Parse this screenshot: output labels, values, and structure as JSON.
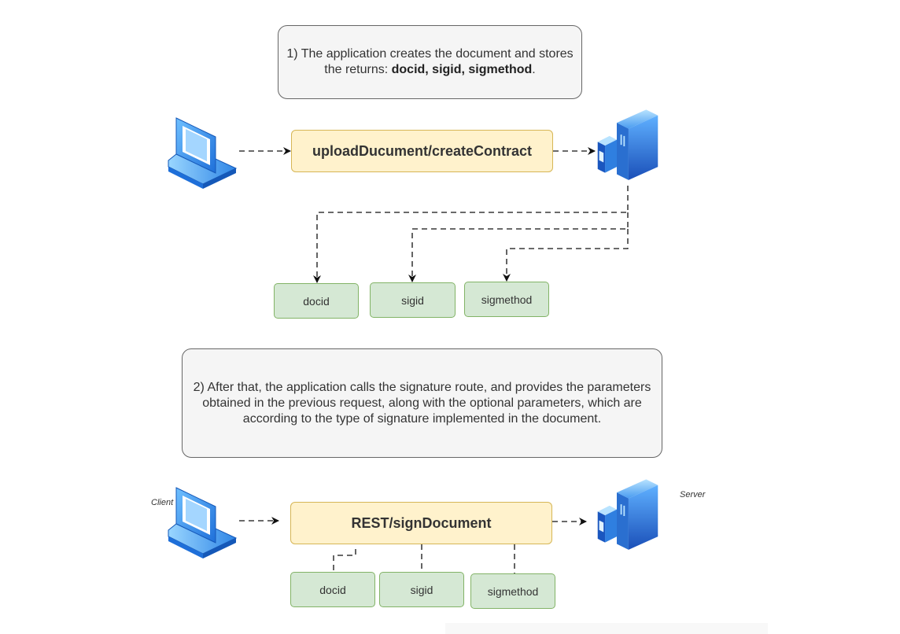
{
  "section1": {
    "note_text": "1) The application creates the document and stores the returns: ",
    "note_bold": "docid, sigid, sigmethod",
    "note_end": ".",
    "route_label": "uploadDucument/createContract",
    "params": [
      "docid",
      "sigid",
      "sigmethod"
    ]
  },
  "section2": {
    "note_text": "2) After that, the application calls the signature route, and provides the parameters obtained in the previous request, along with the optional parameters, which are according to the type of signature implemented in the document.",
    "route_label": "REST/signDocument",
    "client_label": "Client",
    "server_label": "Server",
    "params": [
      "docid",
      "sigid",
      "sigmethod"
    ]
  },
  "icons": {
    "client": "laptop-icon",
    "server": "server-icon"
  },
  "colors": {
    "note_fill": "#f5f5f5",
    "route_fill": "#fff2cc",
    "route_border": "#d6b656",
    "param_fill": "#d5e8d4",
    "param_border": "#82b366",
    "icon_blue": "#1e6fd9"
  }
}
